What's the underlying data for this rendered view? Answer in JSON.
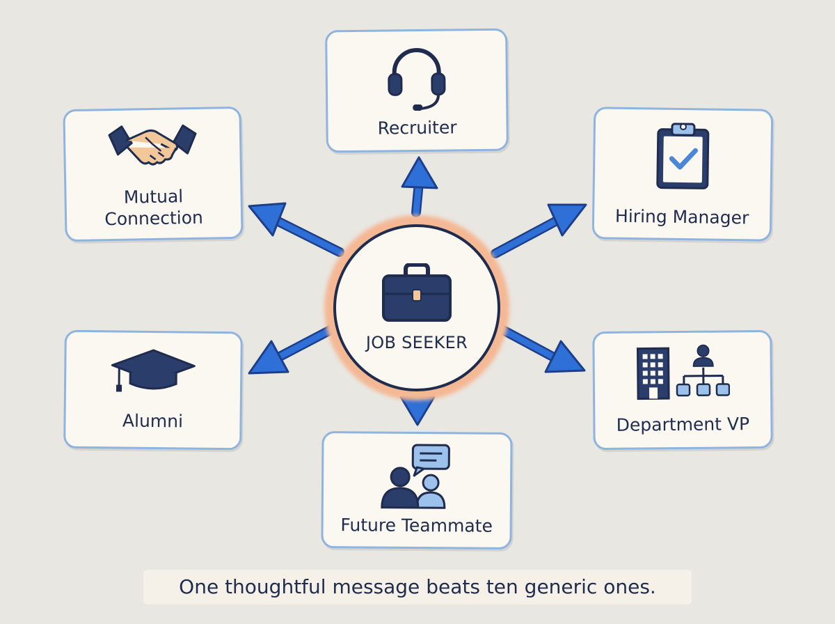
{
  "center": {
    "label": "JOB SEEKER",
    "icon": "briefcase-icon"
  },
  "contacts": [
    {
      "id": "recruiter",
      "label": "Recruiter",
      "icon": "headset-icon"
    },
    {
      "id": "mutual",
      "label": "Mutual\nConnection",
      "icon": "handshake-icon"
    },
    {
      "id": "hiring",
      "label": "Hiring Manager",
      "icon": "clipboard-check-icon"
    },
    {
      "id": "alumni",
      "label": "Alumni",
      "icon": "graduation-cap-icon"
    },
    {
      "id": "department",
      "label": "Department VP",
      "icon": "org-chart-icon"
    },
    {
      "id": "teammate",
      "label": "Future Teammate",
      "icon": "people-chat-icon"
    }
  ],
  "caption": "One thoughtful message beats ten generic ones.",
  "colors": {
    "background": "#e9e7e2",
    "card": "#fbf7f1",
    "card_border": "#8fb4df",
    "arrow": "#2f6fd8",
    "arrow_outline": "#1d3f8a",
    "navy": "#1f2c4d",
    "light_blue": "#9cc2ec",
    "glow": "#f4b894"
  }
}
